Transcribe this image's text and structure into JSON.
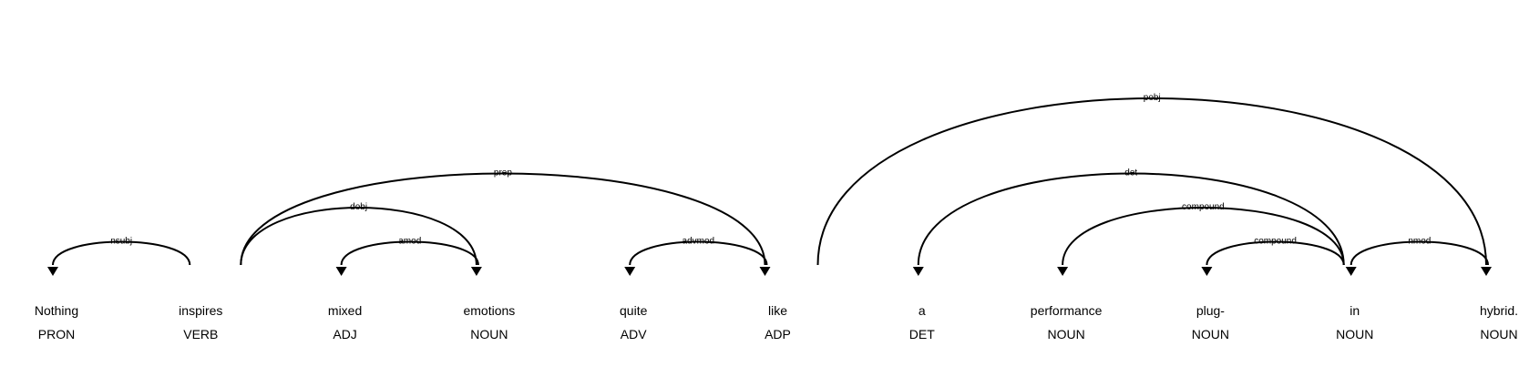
{
  "tokens": [
    {
      "text": "Nothing",
      "tag": "PRON"
    },
    {
      "text": "inspires",
      "tag": "VERB"
    },
    {
      "text": "mixed",
      "tag": "ADJ"
    },
    {
      "text": "emotions",
      "tag": "NOUN"
    },
    {
      "text": "quite",
      "tag": "ADV"
    },
    {
      "text": "like",
      "tag": "ADP"
    },
    {
      "text": "a",
      "tag": "DET"
    },
    {
      "text": "performance",
      "tag": "NOUN"
    },
    {
      "text": "plug-",
      "tag": "NOUN"
    },
    {
      "text": "in",
      "tag": "NOUN"
    },
    {
      "text": "hybrid.",
      "tag": "NOUN"
    }
  ],
  "arcs": [
    {
      "label": "nsubj",
      "head": 1,
      "dep": 0
    },
    {
      "label": "prep",
      "head": 1,
      "dep": 5
    },
    {
      "label": "dobj",
      "head": 1,
      "dep": 3
    },
    {
      "label": "amod",
      "head": 3,
      "dep": 2
    },
    {
      "label": "advmod",
      "head": 5,
      "dep": 4
    },
    {
      "label": "pobj",
      "head": 5,
      "dep": 10
    },
    {
      "label": "det",
      "head": 9,
      "dep": 6
    },
    {
      "label": "compound",
      "head": 9,
      "dep": 7
    },
    {
      "label": "compound",
      "head": 9,
      "dep": 8
    },
    {
      "label": "nmod",
      "head": 10,
      "dep": 9
    }
  ]
}
